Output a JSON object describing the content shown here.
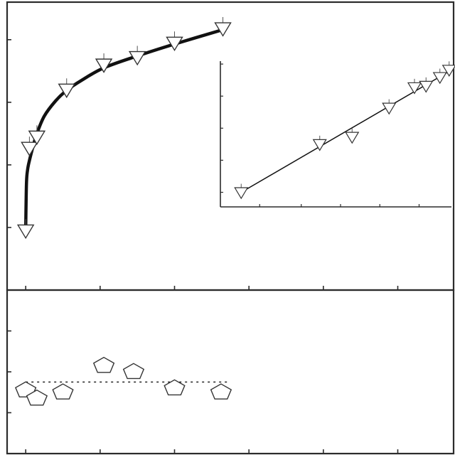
{
  "chart_data": [
    {
      "type": "scatter",
      "panel": "main",
      "title": "",
      "xlabel": "",
      "ylabel": "",
      "xlim": [
        0,
        12
      ],
      "ylim": [
        0,
        4.6
      ],
      "xticks": [
        0.5,
        2.5,
        4.5,
        6.5,
        8.5,
        10.5
      ],
      "yticks": [
        1,
        2,
        3,
        4
      ],
      "marker": "down-triangle",
      "series": [
        {
          "x": [
            0.5,
            0.6,
            0.8,
            1.6,
            2.6,
            3.5,
            4.5,
            5.8
          ],
          "y": [
            0.95,
            2.27,
            2.45,
            3.2,
            3.6,
            3.72,
            3.95,
            4.18
          ]
        }
      ],
      "fit_curve": {
        "x": [
          0.5,
          0.52,
          0.55,
          0.6,
          0.7,
          0.8,
          1.0,
          1.3,
          1.6,
          2.0,
          2.6,
          3.5,
          4.5,
          5.8
        ],
        "y": [
          0.98,
          1.7,
          1.92,
          2.07,
          2.3,
          2.5,
          2.78,
          3.02,
          3.19,
          3.35,
          3.55,
          3.74,
          3.93,
          4.16
        ]
      }
    },
    {
      "type": "scatter",
      "panel": "inset",
      "title": "",
      "xlabel": "",
      "ylabel": "",
      "xlim": [
        0,
        10
      ],
      "ylim": [
        0,
        10
      ],
      "xticks": [
        1.7,
        3.5,
        5.2,
        6.9,
        8.6
      ],
      "yticks": [
        1,
        3.2,
        5.4,
        7.6,
        9.8
      ],
      "marker": "down-triangle",
      "series": [
        {
          "x": [
            0.9,
            4.3,
            5.7,
            7.3,
            8.4,
            8.9,
            9.5,
            9.9
          ],
          "y": [
            1.0,
            4.3,
            4.8,
            6.8,
            8.2,
            8.3,
            8.9,
            9.4
          ]
        }
      ],
      "fit_line": {
        "x": [
          0.9,
          9.9
        ],
        "y": [
          1.0,
          9.3
        ]
      }
    },
    {
      "type": "scatter",
      "panel": "bottom",
      "title": "",
      "xlabel": "",
      "ylabel": "",
      "xlim": [
        0,
        12
      ],
      "ylim": [
        0,
        4
      ],
      "xticks": [
        0.5,
        2.5,
        4.5,
        6.5,
        8.5,
        10.5
      ],
      "yticks": [
        1,
        2,
        3
      ],
      "marker": "pentagon",
      "series": [
        {
          "x": [
            0.5,
            0.8,
            1.5,
            2.6,
            3.4,
            4.5,
            5.75
          ],
          "y": [
            1.55,
            1.35,
            1.5,
            2.15,
            2.0,
            1.6,
            1.5
          ]
        }
      ],
      "reference_line": {
        "y": 1.75,
        "x": [
          0.5,
          5.95
        ],
        "style": "dotted"
      }
    }
  ]
}
